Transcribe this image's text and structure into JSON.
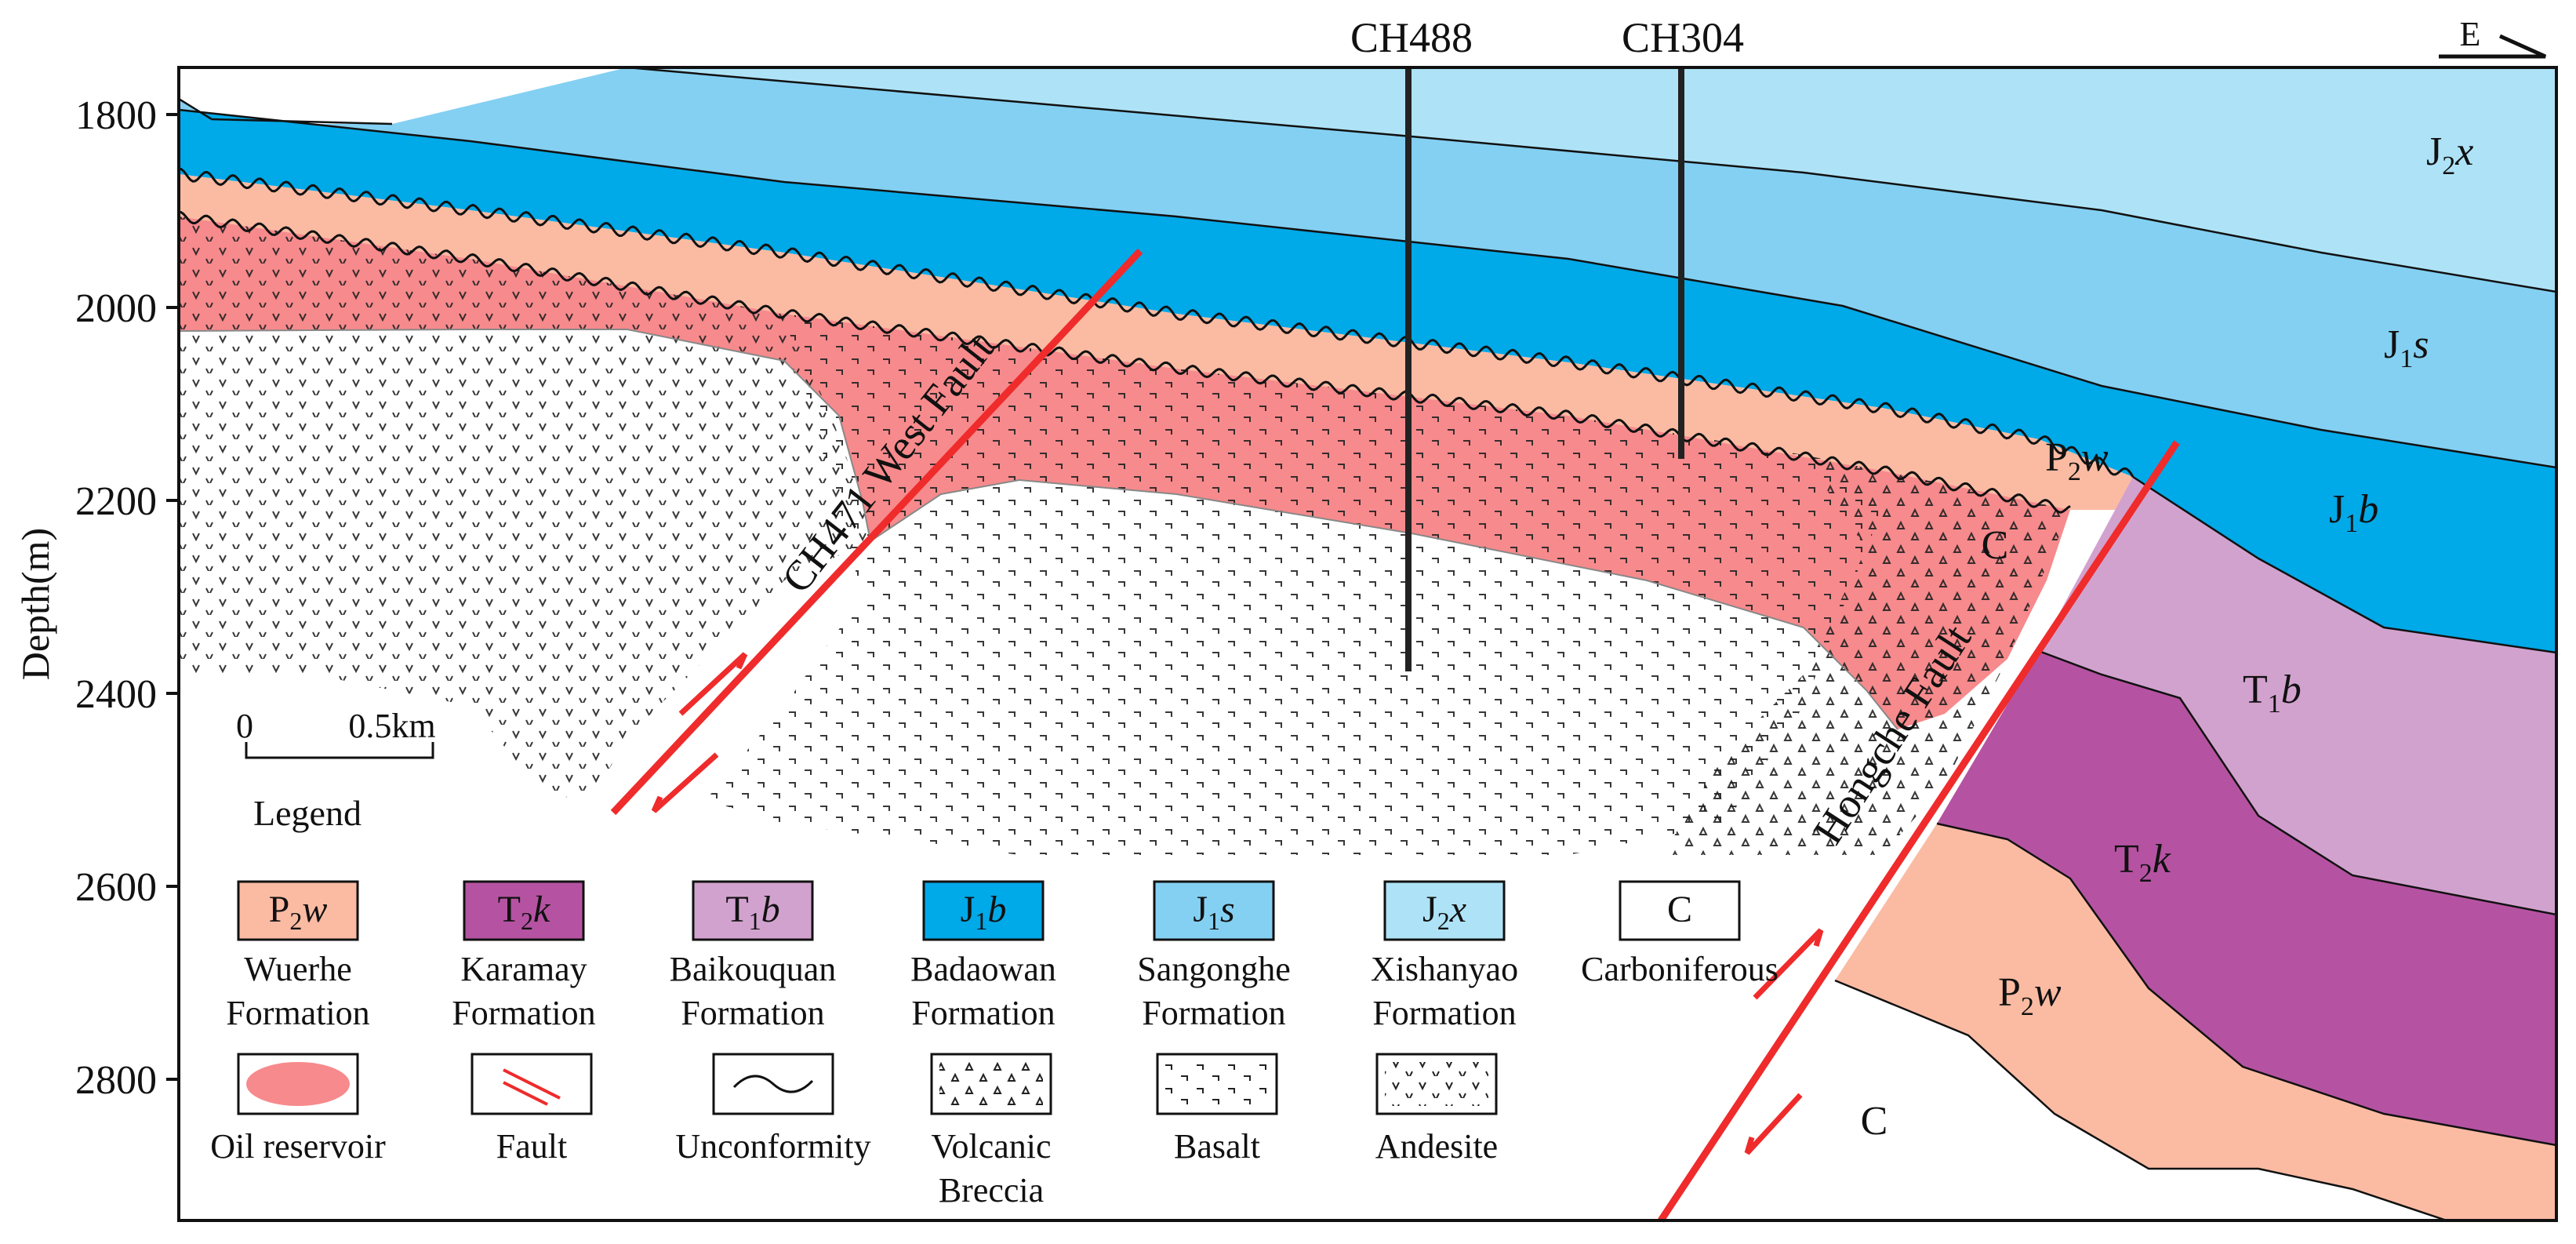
{
  "figure": {
    "y_axis": {
      "label": "Depth(m)",
      "ticks": [
        "1800",
        "2000",
        "2200",
        "2400",
        "2600",
        "2800"
      ]
    },
    "compass": "E",
    "wells": [
      "CH488",
      "CH304"
    ],
    "scale_bar": {
      "start": "0",
      "end": "0.5km"
    },
    "faults": {
      "west": "CH471 West Fault",
      "east": "Hongche Fault"
    },
    "unit_labels": {
      "j2x": {
        "main": "J",
        "sub": "2",
        "suffix": "x"
      },
      "j1s": {
        "main": "J",
        "sub": "1",
        "suffix": "s"
      },
      "j1b": {
        "main": "J",
        "sub": "1",
        "suffix": "b"
      },
      "t1b": {
        "main": "T",
        "sub": "1",
        "suffix": "b"
      },
      "t2k": {
        "main": "T",
        "sub": "2",
        "suffix": "k"
      },
      "p2w_upper": {
        "main": "P",
        "sub": "2",
        "suffix": "w"
      },
      "p2w_lower": {
        "main": "P",
        "sub": "2",
        "suffix": "w"
      },
      "c_upper": "C",
      "c_lower": "C"
    },
    "legend": {
      "title": "Legend",
      "row1": [
        {
          "main": "P",
          "sub": "2",
          "suffix": "w",
          "line1": "Wuerhe",
          "line2": "Formation",
          "color": "#fbbba3"
        },
        {
          "main": "T",
          "sub": "2",
          "suffix": "k",
          "line1": "Karamay",
          "line2": "Formation",
          "color": "#b553a2"
        },
        {
          "main": "T",
          "sub": "1",
          "suffix": "b",
          "line1": "Baikouquan",
          "line2": "Formation",
          "color": "#d2a2cf"
        },
        {
          "main": "J",
          "sub": "1",
          "suffix": "b",
          "line1": "Badaowan",
          "line2": "Formation",
          "color": "#00a9e8"
        },
        {
          "main": "J",
          "sub": "1",
          "suffix": "s",
          "line1": "Sangonghe",
          "line2": "Formation",
          "color": "#84d0f2"
        },
        {
          "main": "J",
          "sub": "2",
          "suffix": "x",
          "line1": "Xishanyao",
          "line2": "Formation",
          "color": "#aee3f7"
        },
        {
          "main": "C",
          "sub": "",
          "suffix": "",
          "line1": "Carboniferous",
          "line2": "",
          "color": "#ffffff"
        }
      ],
      "row2": [
        {
          "line1": "Oil reservoir",
          "line2": ""
        },
        {
          "line1": "Fault",
          "line2": ""
        },
        {
          "line1": "Unconformity",
          "line2": ""
        },
        {
          "line1": "Volcanic",
          "line2": "Breccia"
        },
        {
          "line1": "Basalt",
          "line2": ""
        },
        {
          "line1": "Andesite",
          "line2": ""
        }
      ]
    },
    "colors": {
      "j2x": "#aee3f7",
      "j1s": "#84d0f2",
      "j1b": "#00a9e8",
      "t1b": "#d2a2cf",
      "t2k": "#b553a2",
      "p2w": "#fbbba3",
      "oil": "#f78a8c",
      "fault": "#ef2b2b"
    }
  }
}
